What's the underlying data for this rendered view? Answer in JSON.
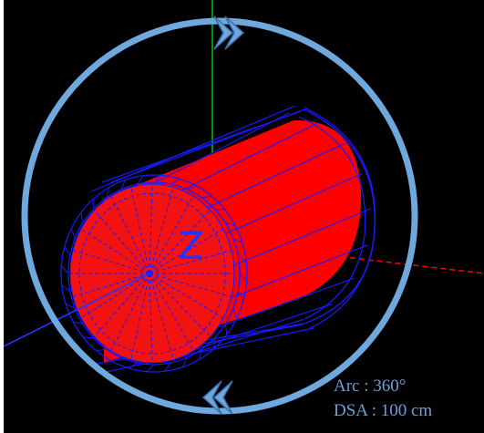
{
  "viewport": {
    "background": "#000000",
    "axis_label": "Z",
    "arc_text": "Arc : 360°",
    "dsa_text": "DSA : 100 cm"
  },
  "colors": {
    "cylinder_fill": "#ff0000",
    "cylinder_cap": "#f21212",
    "wireframe": "#1a1aff",
    "rotation_ring": "#6fa8dc",
    "y_axis": "#00c800",
    "x_axis": "#ff0000",
    "z_axis": "#2233ff",
    "label_text": "#6f9fd6"
  },
  "icons": {
    "top_arrow": "chevron-right-icon",
    "bottom_arrow": "chevron-left-icon"
  }
}
